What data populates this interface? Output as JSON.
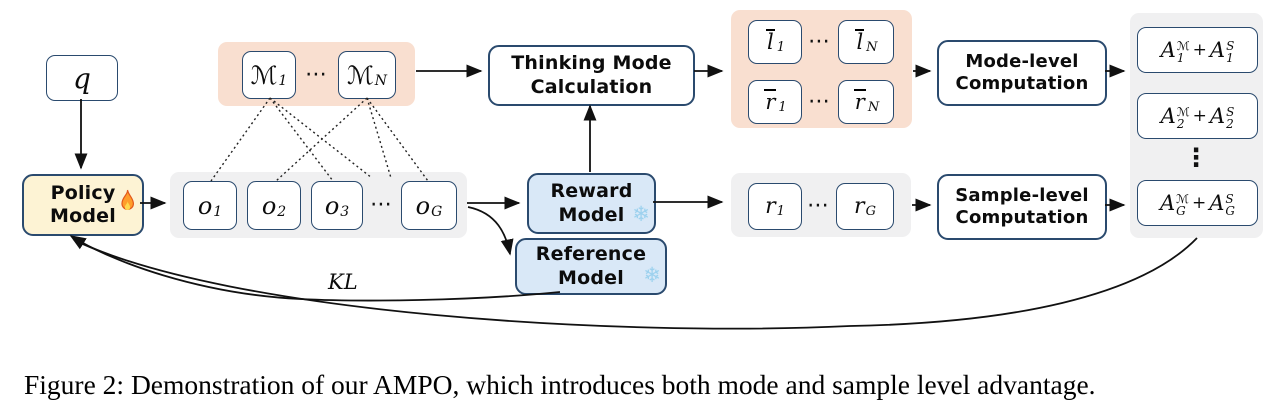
{
  "caption": "Figure 2: Demonstration of our AMPO, which introduces both mode and sample level advantage.",
  "query": {
    "label": "q"
  },
  "policy": {
    "line1": "Policy",
    "line2": "Model"
  },
  "modes": {
    "m1": {
      "base": "ℳ",
      "sub": "1"
    },
    "dots": "⋯",
    "mn": {
      "base": "ℳ",
      "sub": "N"
    }
  },
  "thinking": {
    "line1": "Thinking Mode",
    "line2": "Calculation"
  },
  "outputs": {
    "o1": {
      "base": "o",
      "sub": "1"
    },
    "o2": {
      "base": "o",
      "sub": "2"
    },
    "o3": {
      "base": "o",
      "sub": "3"
    },
    "dots": "⋯",
    "og": {
      "base": "o",
      "sub": "G"
    }
  },
  "reward": {
    "line1": "Reward",
    "line2": "Model"
  },
  "reference": {
    "line1": "Reference",
    "line2": "Model"
  },
  "kl_label": "KL",
  "mode_stats": {
    "l1": {
      "base": "l",
      "sub": "1"
    },
    "ln": {
      "base": "l",
      "sub": "N"
    },
    "r1": {
      "base": "r",
      "sub": "1"
    },
    "rn": {
      "base": "r",
      "sub": "N"
    },
    "dots_top": "⋯",
    "dots_bottom": "⋯"
  },
  "rewards_row": {
    "r1": {
      "base": "r",
      "sub": "1"
    },
    "dots": "⋯",
    "rg": {
      "base": "r",
      "sub": "G"
    }
  },
  "mode_level": {
    "line1": "Mode-level",
    "line2": "Computation"
  },
  "sample_level": {
    "line1": "Sample-level",
    "line2": "Computation"
  },
  "advantages": {
    "vdots": "⋮",
    "rows": [
      {
        "a1": "A",
        "sup1": "ℳ",
        "sub1": "1",
        "plus": "+",
        "a2": "A",
        "sup2": "S",
        "sub2": "1"
      },
      {
        "a1": "A",
        "sup1": "ℳ",
        "sub1": "2",
        "plus": "+",
        "a2": "A",
        "sup2": "S",
        "sub2": "2"
      },
      {
        "a1": "A",
        "sup1": "ℳ",
        "sub1": "G",
        "plus": "+",
        "a2": "A",
        "sup2": "S",
        "sub2": "G"
      }
    ]
  },
  "icons": {
    "snowflake_glyph": "❄",
    "fire_icon": "flame"
  },
  "colors": {
    "border": "#2a4a6e",
    "region-orange": "#f9dfd0",
    "region-gray": "#f0f0f1",
    "box-blue": "#d9e8f7",
    "box-cream": "#fdf3d4",
    "snowflake": "#9dd1ee"
  }
}
